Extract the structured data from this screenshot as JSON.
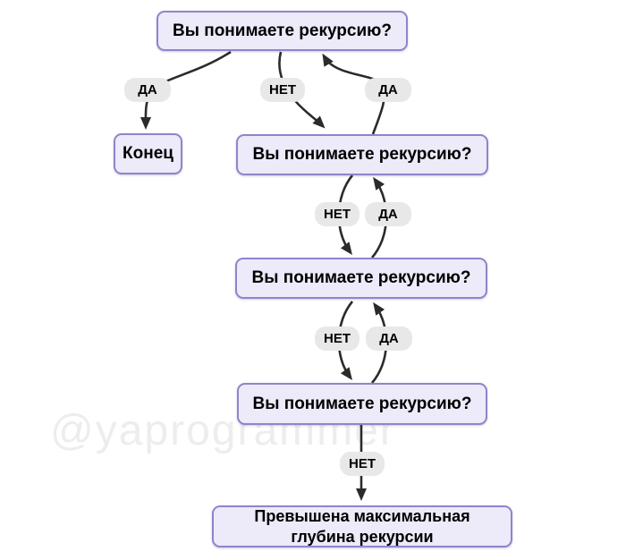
{
  "diagram": {
    "type": "flowchart",
    "language": "ru",
    "watermark": "@yaprogrammer",
    "nodes": [
      {
        "id": "q1",
        "label": "Вы понимаете рекурсию?"
      },
      {
        "id": "end",
        "label": "Конец"
      },
      {
        "id": "q2",
        "label": "Вы понимаете рекурсию?"
      },
      {
        "id": "q3",
        "label": "Вы понимаете рекурсию?"
      },
      {
        "id": "q4",
        "label": "Вы понимаете рекурсию?"
      },
      {
        "id": "overflow",
        "label": "Превышена максимальная\nглубина рекурсии"
      }
    ],
    "edges": [
      {
        "from": "q1",
        "to": "end",
        "label": "ДА"
      },
      {
        "from": "q1",
        "to": "q2",
        "label": "НЕТ"
      },
      {
        "from": "q2",
        "to": "q1",
        "label": "ДА"
      },
      {
        "from": "q2",
        "to": "q3",
        "label": "НЕТ"
      },
      {
        "from": "q3",
        "to": "q2",
        "label": "ДА"
      },
      {
        "from": "q3",
        "to": "q4",
        "label": "НЕТ"
      },
      {
        "from": "q4",
        "to": "q3",
        "label": "ДА"
      },
      {
        "from": "q4",
        "to": "overflow",
        "label": "НЕТ"
      }
    ],
    "colors": {
      "node_fill": "#edeaf9",
      "node_border": "#9283cc",
      "pill_fill": "#e8e8e8",
      "arrow": "#2b2b2b",
      "text": "#000000",
      "watermark": "#ededed",
      "bg": "#ffffff"
    }
  }
}
